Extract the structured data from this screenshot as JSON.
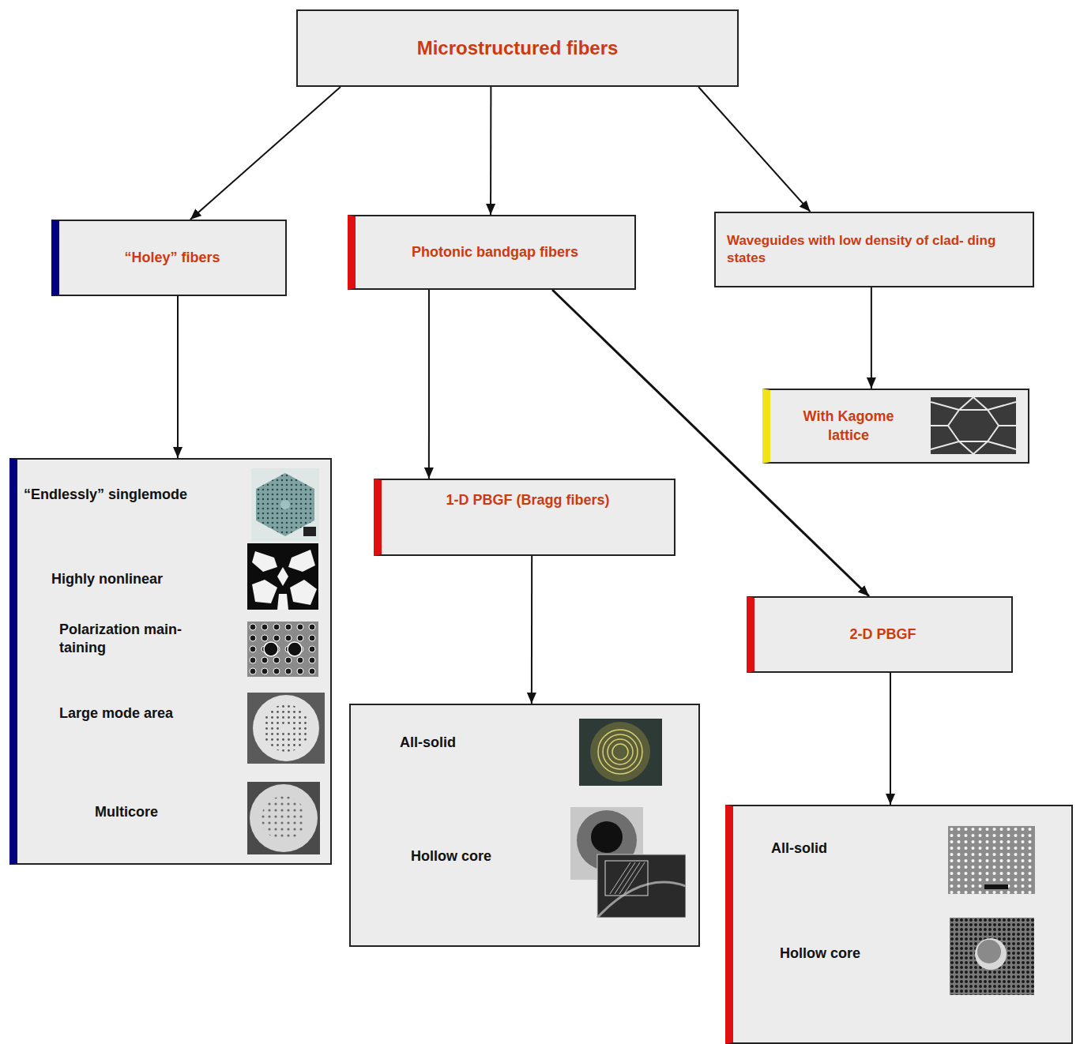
{
  "diagram": {
    "nodes": [
      {
        "text": [
          "Microstructured fibers"
        ]
      },
      {
        "text": [
          "“Holey” fibers"
        ]
      },
      {
        "text": [
          "Photonic bandgap fibers"
        ]
      },
      {
        "text": [
          "Waveguides with low density of clad- ding states"
        ]
      },
      {
        "text": [
          "With Kagome lattice"
        ]
      },
      {
        "text": [
          "“Endlessly” singlemode",
          "Highly nonlinear",
          "Polarization main- taining",
          "Large mode area",
          "Multicore"
        ]
      },
      {
        "text": [
          "1-D PBGF (Bragg fibers)"
        ]
      },
      {
        "text": [
          "All-solid",
          "Hollow core"
        ]
      },
      {
        "text": [
          "2-D PBGF"
        ]
      },
      {
        "text": [
          "All-solid",
          "Hollow core"
        ]
      }
    ],
    "edges": [
      {
        "from": 0,
        "to": 1,
        "arrow": "to"
      },
      {
        "from": 0,
        "to": 2,
        "arrow": "to"
      },
      {
        "from": 0,
        "to": 3,
        "arrow": "to"
      },
      {
        "from": 1,
        "to": 5,
        "arrow": "to"
      },
      {
        "from": 2,
        "to": 6,
        "arrow": "to"
      },
      {
        "from": 2,
        "to": 8,
        "arrow": "to"
      },
      {
        "from": 3,
        "to": 4,
        "arrow": "to"
      },
      {
        "from": 6,
        "to": 7,
        "arrow": "to"
      },
      {
        "from": 8,
        "to": 9,
        "arrow": "to"
      }
    ]
  }
}
